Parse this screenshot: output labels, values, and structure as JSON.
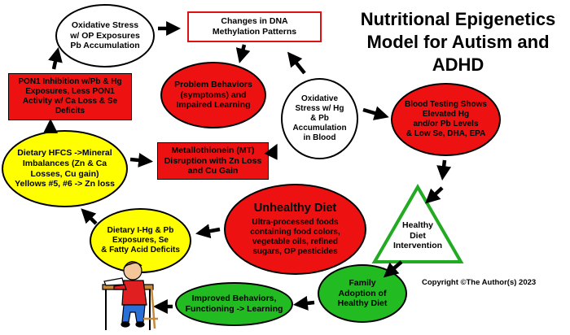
{
  "title": "Nutritional Epigenetics\nModel for Autism and\nADHD",
  "copyright": "Copyright ©The Author(s) 2023",
  "nodes": {
    "oxidative_stress_op": "Oxidative Stress\nw/ OP Exposures\nPb Accumulation",
    "dna_methylation": "Changes in DNA\nMethylation Patterns",
    "pon1_inhibition": "PON1 Inhibition w/Pb & Hg\nExposures, Less PON1\nActivity  w/ Ca Loss & Se\nDeficits",
    "problem_behaviors": "Problem Behaviors\n(symptoms) and\nImpaired Learning",
    "oxidative_stress_hg": "Oxidative\nStress w/ Hg\n& Pb\nAccumulation\nin Blood",
    "blood_testing": "Blood Testing Shows\nElevated Hg\nand/or Pb Levels\n&  Low Se, DHA, EPA",
    "dietary_hfcs": "Dietary HFCS ->Mineral\nImbalances  (Zn & Ca\nLosses, Cu gain)\nYellows #5, #6 -> Zn loss",
    "metallothionein": "Metallothionein (MT)\nDisruption with Zn Loss\nand Cu Gain",
    "unhealthy_diet_title": "Unhealthy Diet",
    "unhealthy_diet_body": "Ultra-processed foods\ncontaining food colors,\nvegetable oils, refined\nsugars, OP pesticides",
    "healthy_diet": "Healthy\nDiet\nIntervention",
    "dietary_ihg": "Dietary I-Hg & Pb\nExposures, Se\n& Fatty Acid Deficits",
    "family_adoption": "Family\nAdoption of\nHealthy Diet",
    "improved_behaviors": "Improved Behaviors,\nFunctioning -> Learning"
  },
  "colors": {
    "red": "#ee1111",
    "yellow": "#ffff00",
    "green": "#22bb22",
    "triangle": "#22aa22"
  },
  "icons": {
    "student": "student-at-desk-icon",
    "arrow": "black-arrow-icon"
  }
}
